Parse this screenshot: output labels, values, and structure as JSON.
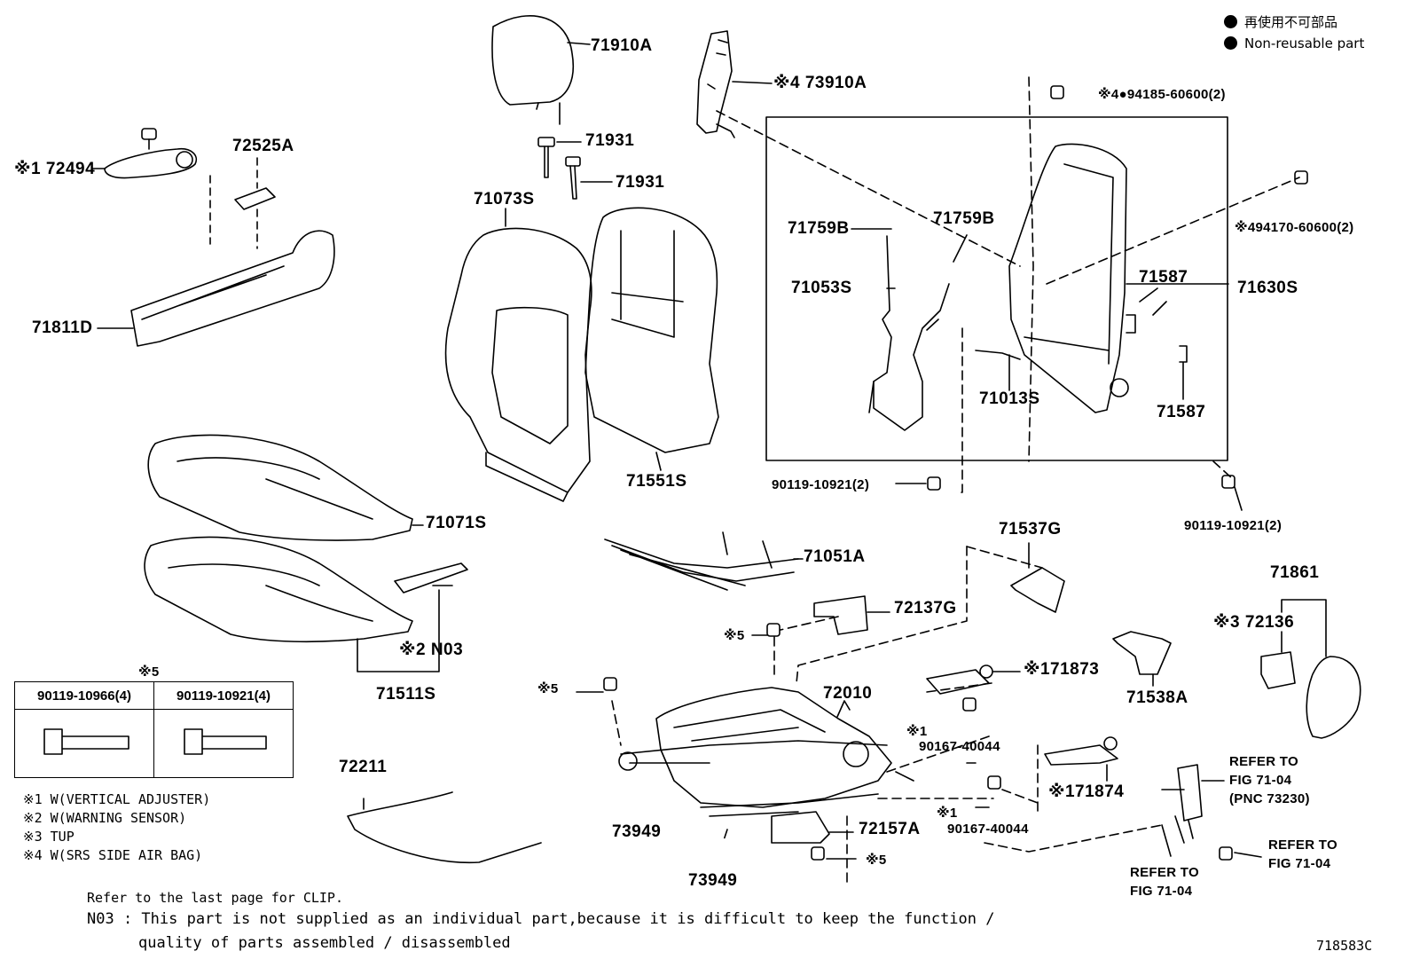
{
  "legend": {
    "line_ja": "再使用不可部品",
    "line_en": "Non-reusable part"
  },
  "labels": {
    "p71910A": "71910A",
    "p73910A": "※4 73910A",
    "p94185": "※4●94185-60600(2)",
    "p71931a": "71931",
    "p71931b": "71931",
    "p72525A": "72525A",
    "p72494": "※1 72494",
    "p71811D": "71811D",
    "p71073S": "71073S",
    "p71759B1": "71759B",
    "p71759B2": "71759B",
    "p94170": "※494170-60600(2)",
    "p71053S": "71053S",
    "p71587a": "71587",
    "p71630S": "71630S",
    "p71013S": "71013S",
    "p71587b": "71587",
    "p71551S": "71551S",
    "p90119a": "90119-10921(2)",
    "p90119b": "90119-10921(2)",
    "p71071S": "71071S",
    "p71051A": "71051A",
    "p71537G": "71537G",
    "p71861": "71861",
    "p72137G": "72137G",
    "p72136": "※3 72136",
    "pN03": "※2 N03",
    "p71511S": "71511S",
    "pX5a": "※5",
    "pX5b": "※5",
    "pX5c": "※5",
    "p72010": "72010",
    "p71873": "※171873",
    "p71538A": "71538A",
    "p90167a_mark": "※1",
    "p90167a": "90167-40044",
    "p72211": "72211",
    "p73949a": "73949",
    "p73949b": "73949",
    "p71874": "※171874",
    "p90167b_mark": "※1",
    "p90167b": "90167-40044",
    "p72157A": "72157A",
    "refer1": "REFER TO",
    "refer1b": "FIG 71-04",
    "refer1c": "(PNC 73230)",
    "refer2": "REFER TO",
    "refer2b": "FIG 71-04",
    "refer3": "REFER TO",
    "refer3b": "FIG 71-04"
  },
  "bolt_table": {
    "mark": "※5",
    "col1": "90119-10966(4)",
    "col2": "90119-10921(4)"
  },
  "notes": {
    "n1": "※1 W(VERTICAL ADJUSTER)",
    "n2": "※2 W(WARNING SENSOR)",
    "n3": "※3 TUP",
    "n4": "※4 W(SRS SIDE AIR BAG)",
    "clip": "Refer to the last page for CLIP.",
    "n03a": "N03 : This part is not supplied as an individual part,because it is difficult to keep the function /",
    "n03b": "quality of parts assembled / disassembled",
    "figno": "718583C"
  }
}
